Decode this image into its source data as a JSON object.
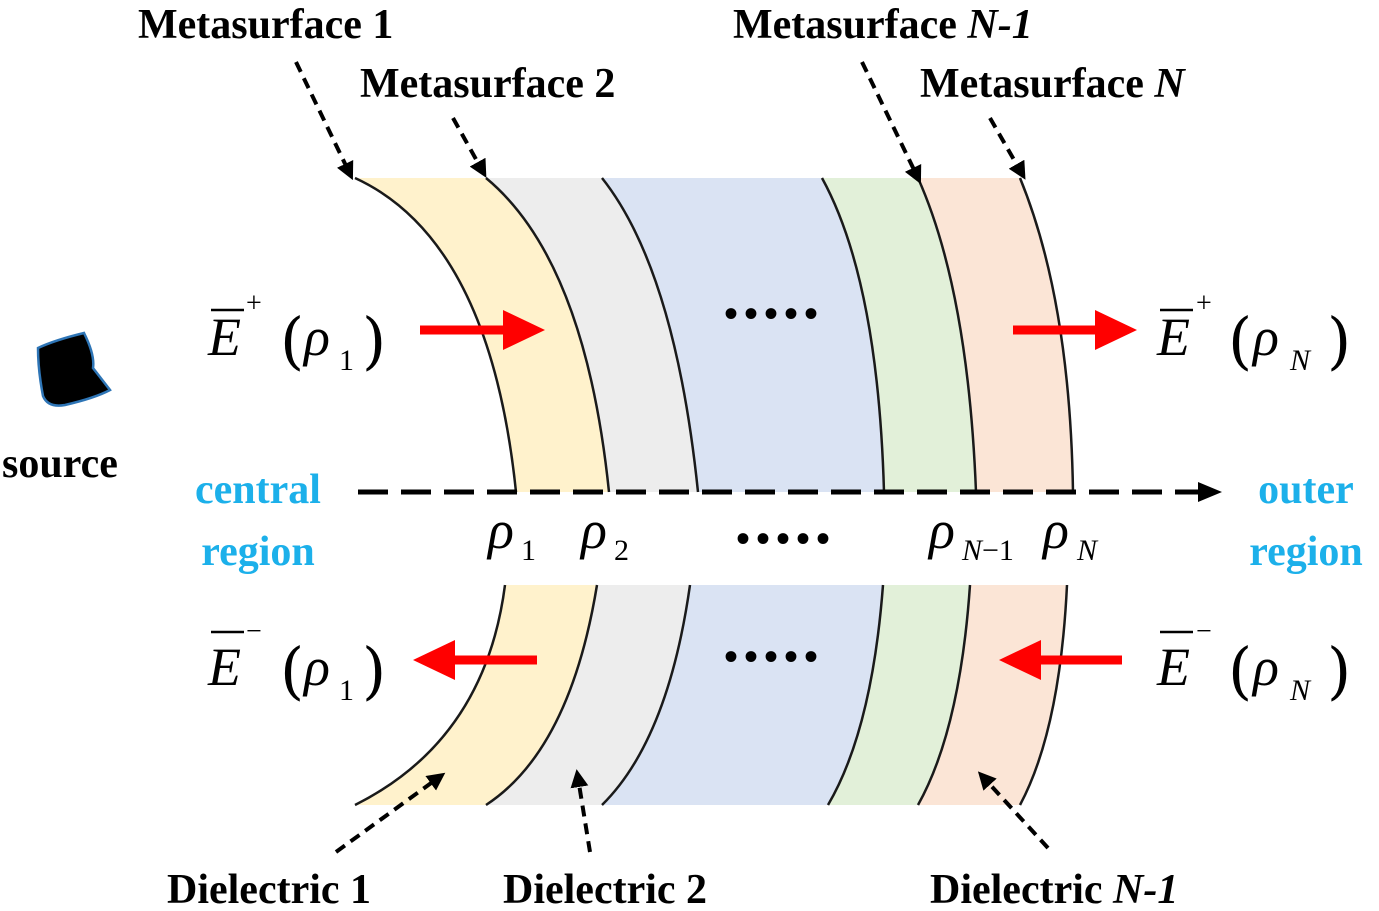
{
  "metasurface_labels": {
    "m1": {
      "prefix": "Metasurface ",
      "suffix": "1"
    },
    "m2": {
      "prefix": "Metasurface ",
      "suffix": "2"
    },
    "mN1": {
      "prefix": "Metasurface ",
      "suffix": "N-1"
    },
    "mN": {
      "prefix": "Metasurface ",
      "suffix": "N"
    }
  },
  "dielectric_labels": {
    "d1": {
      "prefix": "Dielectric ",
      "suffix": "1"
    },
    "d2": {
      "prefix": "Dielectric ",
      "suffix": "2"
    },
    "dN1": {
      "prefix": "Dielectric ",
      "suffix": "N-1"
    }
  },
  "source_label": "source",
  "regions": {
    "central_line1": "central",
    "central_line2": "region",
    "outer_line1": "outer",
    "outer_line2": "region"
  },
  "field_symbols": {
    "E": "E",
    "plus": "+",
    "minus": "−",
    "rho": "ρ",
    "paren_open": "(",
    "paren_close": ")",
    "sub_1": "1",
    "sub_N": "N"
  },
  "radius_labels": {
    "rho": "ρ",
    "r1_sub": "1",
    "r2_sub": "2",
    "rN1_sub_it": "N",
    "rN1_sub_rest": "−1",
    "rN_sub": "N"
  },
  "ellipsis": "• • • • •",
  "colors": {
    "dielectric_1": "#fff2cc",
    "dielectric_2": "#ededed",
    "dielectric_middle": "#dae3f3",
    "dielectric_N2": "#e2f0d9",
    "dielectric_N1": "#fbe5d6",
    "region_text": "#1cb0ea",
    "field_arrow": "#ff0000",
    "source_fill": "#000000",
    "source_outline": "#2e75b6"
  }
}
